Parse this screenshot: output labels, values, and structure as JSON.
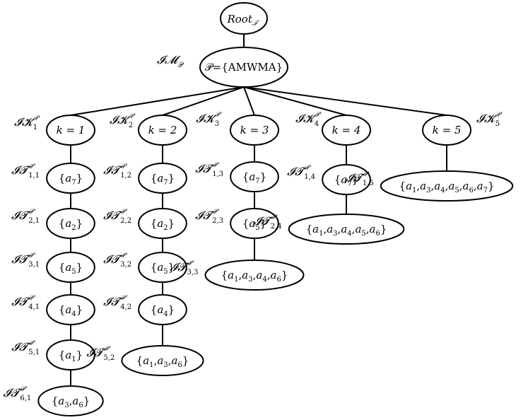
{
  "root": {
    "label": "Root",
    "subscript": "𝒯"
  },
  "model": {
    "label": {
      "main": "𝓘𝓜",
      "sub": "𝒫"
    },
    "node_text": "𝒫={AMWMA}"
  },
  "branches": [
    {
      "k_label": {
        "main": "𝓘𝓚",
        "sup": "𝒫",
        "sub": "1"
      },
      "k_node": "k = 1",
      "items": [
        {
          "label": {
            "main": "𝓘𝓣",
            "sup": "𝒫",
            "sub": "1,1"
          },
          "text": "{a7}"
        },
        {
          "label": {
            "main": "𝓘𝓣",
            "sup": "𝒫",
            "sub": "2,1"
          },
          "text": "{a2}"
        },
        {
          "label": {
            "main": "𝓘𝓣",
            "sup": "𝒫",
            "sub": "3,1"
          },
          "text": "{a5}"
        },
        {
          "label": {
            "main": "𝓘𝓣",
            "sup": "𝒫",
            "sub": "4,1"
          },
          "text": "{a4}"
        },
        {
          "label": {
            "main": "𝓘𝓣",
            "sup": "𝒫",
            "sub": "5,1"
          },
          "text": "{a1}"
        },
        {
          "label": {
            "main": "𝓘𝓣",
            "sup": "𝒫",
            "sub": "6,1"
          },
          "text": "{a3,a6}"
        }
      ]
    },
    {
      "k_label": {
        "main": "𝓘𝓚",
        "sup": "𝒫",
        "sub": "2"
      },
      "k_node": "k = 2",
      "items": [
        {
          "label": {
            "main": "𝓘𝓣",
            "sup": "𝒫",
            "sub": "1,2"
          },
          "text": "{a7}"
        },
        {
          "label": {
            "main": "𝓘𝓣",
            "sup": "𝒫",
            "sub": "2,2"
          },
          "text": "{a2}"
        },
        {
          "label": {
            "main": "𝓘𝓣",
            "sup": "𝒫",
            "sub": "3,2"
          },
          "text": "{a5}"
        },
        {
          "label": {
            "main": "𝓘𝓣",
            "sup": "𝒫",
            "sub": "4,2"
          },
          "text": "{a4}"
        },
        {
          "label": {
            "main": "𝓘𝓣",
            "sup": "𝒫",
            "sub": "5,2"
          },
          "text": "{a1,a3,a6}"
        }
      ]
    },
    {
      "k_label": {
        "main": "𝓘𝓚",
        "sup": "𝒫",
        "sub": "3"
      },
      "k_node": "k = 3",
      "items": [
        {
          "label": {
            "main": "𝓘𝓣",
            "sup": "𝒫",
            "sub": "1,3"
          },
          "text": "{a7}"
        },
        {
          "label": {
            "main": "𝓘𝓣",
            "sup": "𝒫",
            "sub": "2,3"
          },
          "text": "{a5}"
        },
        {
          "label": {
            "main": "𝓘𝓣",
            "sup": "𝒫",
            "sub": "3,3"
          },
          "text": "{a1,a3,a4,a6}"
        }
      ]
    },
    {
      "k_label": {
        "main": "𝓘𝓚",
        "sup": "𝒫",
        "sub": "4"
      },
      "k_node": "k = 4",
      "items": [
        {
          "label": {
            "main": "𝓘𝓣",
            "sup": "𝒫",
            "sub": "1,4"
          },
          "text": "{a7}"
        },
        {
          "label": {
            "main": "𝓘𝓣",
            "sup": "𝒫",
            "sub": "2,4"
          },
          "text": "{a1,a3,a4,a5,a6}"
        }
      ]
    },
    {
      "k_label": {
        "main": "𝓘𝓚",
        "sup": "𝒫",
        "sub": "5"
      },
      "k_node": "k = 5",
      "items": [
        {
          "label": {
            "main": "𝓘𝓣",
            "sup": "𝒫",
            "sub": "1,5"
          },
          "text": "{a1,a3,a4,a5,a6,a7}"
        }
      ]
    }
  ]
}
